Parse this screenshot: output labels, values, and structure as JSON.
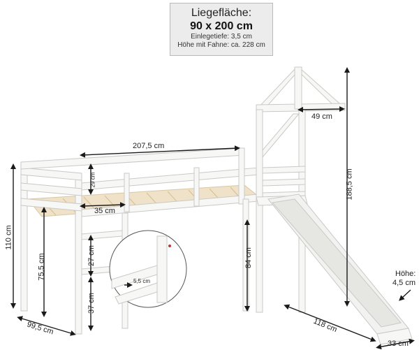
{
  "spec": {
    "title": "Liegefläche:",
    "size": "90 x 200 cm",
    "depth": "Einlegetiefe: 3,5 cm",
    "height_flag": "Höhe mit Fahne: ca. 228 cm"
  },
  "dimensions": {
    "length": "207,5 cm",
    "roof_width": "49 cm",
    "tower_height": "188,5 cm",
    "rail_height": "29 cm",
    "ladder_gap": "35 cm",
    "total_height": "110 cm",
    "post_height": "75,5 cm",
    "rung_spacing": "27 cm",
    "bottom_gap": "37 cm",
    "clearance": "84 cm",
    "rung_thickness": "5,5 cm",
    "width": "99,5 cm",
    "slide_length": "118 cm",
    "slide_width": "33 cm",
    "slide_height_label": "Höhe:",
    "slide_height": "4,5 cm"
  },
  "colors": {
    "wood": "#f7f7f5",
    "edge": "#c9c9c6",
    "slats": "#efe2c8",
    "arrow": "#1a1a1a"
  }
}
